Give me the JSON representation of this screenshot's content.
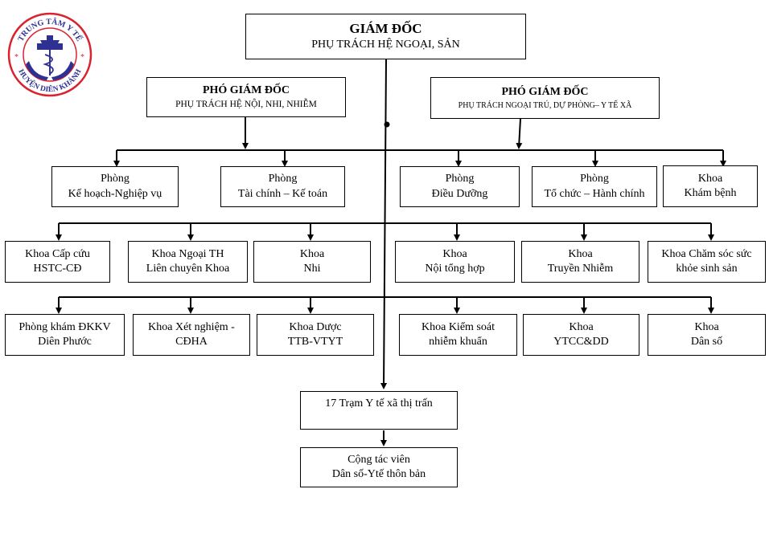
{
  "logo": {
    "top_text": "TRUNG TÂM Y TẾ",
    "bottom_text": "HUYỆN DIÊN KHÁNH",
    "colors": {
      "ring": "#d9232e",
      "emblem": "#2e3192"
    }
  },
  "director": {
    "title": "GIÁM ĐỐC",
    "subtitle": "PHỤ TRÁCH HỆ NGOẠI, SẢN"
  },
  "deputy_left": {
    "title": "PHÓ GIÁM ĐỐC",
    "subtitle": "PHỤ TRÁCH  HỆ NỘI, NHI, NHIỄM"
  },
  "deputy_right": {
    "title": "PHÓ GIÁM ĐỐC",
    "subtitle": "PHỤ TRÁCH NGOẠI TRÚ, DỰ PHÒNG– Y TẾ XÃ"
  },
  "row1": [
    {
      "line1": "Phòng",
      "line2": "Kế hoạch-Nghiệp vụ"
    },
    {
      "line1": "Phòng",
      "line2": "Tài chính – Kế toán"
    },
    {
      "line1": "Phòng",
      "line2": "Điều Dưỡng"
    },
    {
      "line1": "Phòng",
      "line2": "Tổ chức – Hành chính"
    },
    {
      "line1": "Khoa",
      "line2": "Khám bệnh"
    }
  ],
  "row2": [
    {
      "line1": "Khoa Cấp cứu",
      "line2": "HSTC-CĐ"
    },
    {
      "line1": "Khoa Ngoại TH",
      "line2": "Liên chuyên Khoa"
    },
    {
      "line1": "Khoa",
      "line2": "Nhi"
    },
    {
      "line1": "Khoa",
      "line2": "Nội tổng hợp"
    },
    {
      "line1": "Khoa",
      "line2": "Truyền Nhiễm"
    },
    {
      "line1": "Khoa Chăm sóc sức",
      "line2": "khỏe sinh sản"
    }
  ],
  "row3": [
    {
      "line1": "Phòng khám ĐKKV",
      "line2": "Diên Phước"
    },
    {
      "line1": "Khoa Xét nghiệm -",
      "line2": "CĐHA"
    },
    {
      "line1": "Khoa Dược",
      "line2": "TTB-VTYT"
    },
    {
      "line1": "Khoa Kiểm soát",
      "line2": "nhiễm khuẩn"
    },
    {
      "line1": "Khoa",
      "line2": "YTCC&DD"
    },
    {
      "line1": "Khoa",
      "line2": "Dân số"
    }
  ],
  "commune": {
    "line1": "17 Trạm Y tế xã thị trấn"
  },
  "collaborator": {
    "line1": "Cộng tác viên",
    "line2": "Dân số-Ytế thôn bản"
  }
}
